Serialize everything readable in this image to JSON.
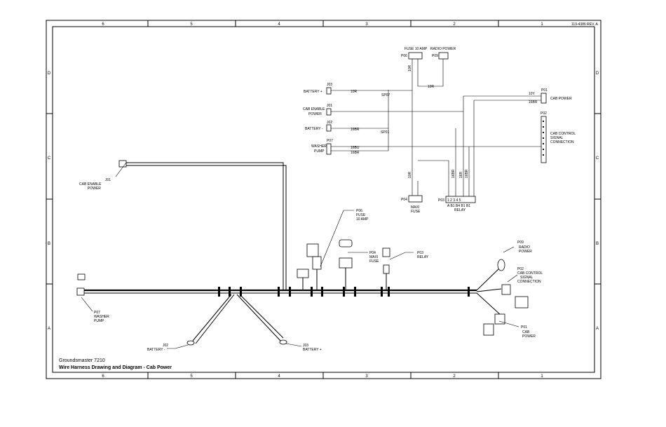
{
  "drawing": {
    "ref_number": "119-4386 REV. A",
    "product": "Groundsmaster 7210",
    "title": "Wire Harness Drawing and Diagram - Cab Power"
  },
  "frame": {
    "columns": [
      "6",
      "5",
      "4",
      "3",
      "2",
      "1"
    ],
    "rows": [
      "D",
      "C",
      "B",
      "A"
    ]
  },
  "schematic": {
    "connectors": {
      "fuse_10": {
        "id": "P06",
        "label": "FUSE 10 AMP"
      },
      "radio_power": {
        "id": "P09",
        "label": "RADIO POWER"
      },
      "battery_1": {
        "id": "J03",
        "label": "BATTERY +"
      },
      "cab_enable": {
        "id": "J01",
        "label1": "CAB ENABLE",
        "label2": "POWER"
      },
      "battery_2": {
        "id": "J02",
        "label": "BATTERY -"
      },
      "washer": {
        "id": "P07",
        "label1": "WASHER",
        "label2": "PUMP"
      },
      "cab_power": {
        "id": "P01",
        "label": "CAB POWER"
      },
      "cab_control": {
        "id": "P02",
        "label1": "CAB CONTROL",
        "label2": "SIGNAL",
        "label3": "CONNECTION"
      },
      "maxi_fuse": {
        "id": "P04",
        "label1": "MAXI",
        "label2": "FUSE"
      },
      "relay": {
        "id": "P03",
        "label": "RELAY",
        "pins": "1 2 3 4 5",
        "pin_letters": "A B1 B4 B1 B1"
      }
    },
    "wires": {
      "w1": "10R",
      "w2": "10R",
      "w3": "16BR",
      "w4": "16BU",
      "w5": "16BR",
      "w6": "10Y",
      "w7": "16BR",
      "w8": "16R",
      "w9": "10R",
      "w10": "10R",
      "w11": "16BR",
      "w12": "16BR",
      "splice1": "SP07",
      "splice2": "SP01"
    }
  },
  "harness": {
    "labels": {
      "j01": {
        "id": "J01",
        "l1": "CAB ENABLE",
        "l2": "POWER"
      },
      "p06": {
        "id": "P06",
        "l1": "FUSE",
        "l2": "10 AMP"
      },
      "p04": {
        "id": "P04",
        "l1": "MAXI",
        "l2": "FUSE"
      },
      "p03": {
        "id": "P03",
        "l1": "RELAY"
      },
      "p09": {
        "id": "P09",
        "l1": "RADIO",
        "l2": "POWER"
      },
      "p02": {
        "id": "P02",
        "l1": "CAB CONTROL",
        "l2": "SIGNAL",
        "l3": "CONNECTION"
      },
      "p01": {
        "id": "P01",
        "l1": "CAB",
        "l2": "POWER"
      },
      "p07": {
        "id": "P07",
        "l1": "WASHER",
        "l2": "PUMP"
      },
      "j02": {
        "id": "J02",
        "l1": "BATTERY -"
      },
      "j03": {
        "id": "J03",
        "l1": "BATTERY +"
      }
    }
  }
}
